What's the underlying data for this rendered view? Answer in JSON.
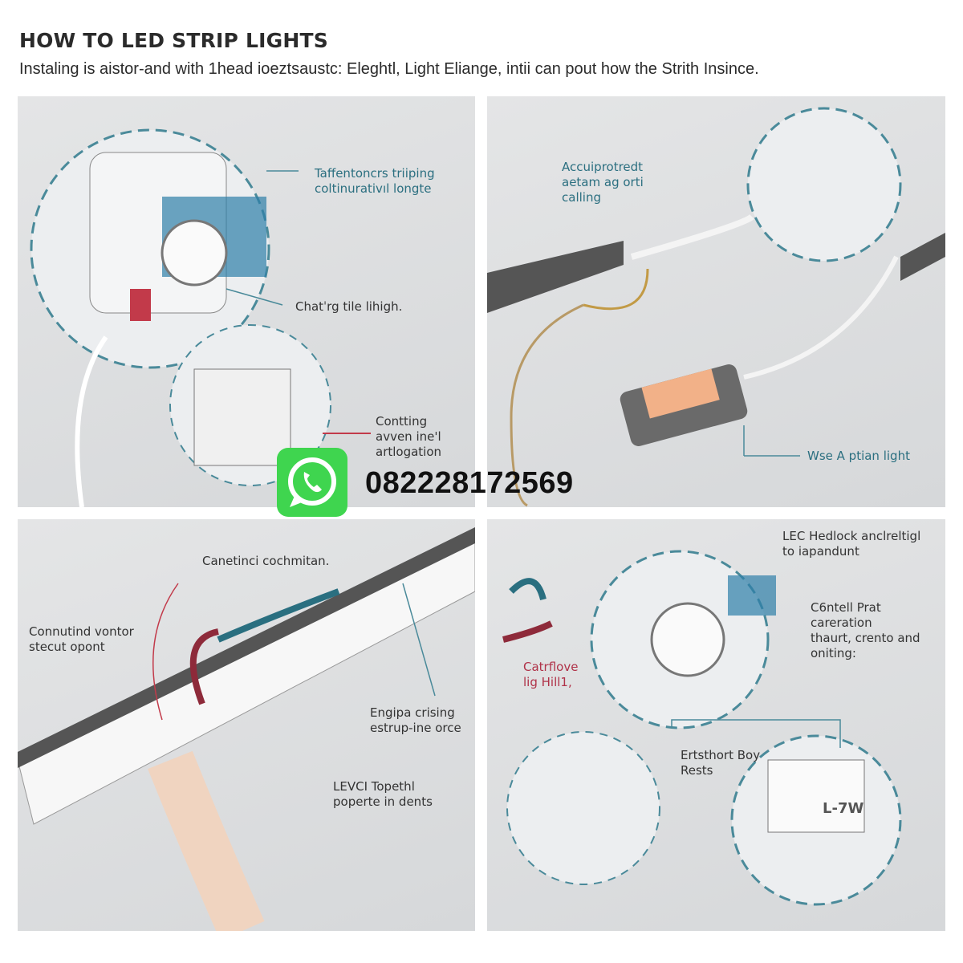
{
  "header": {
    "title": "HOW TO LED STRIP LIGHTS",
    "subtitle": "Instaling is aistor-and with 1head ioeztsaustc: Eleghtl, Light Eliange, intii can pout how the Strith Insince."
  },
  "panels": {
    "top_left": {
      "labels": [
        "Taffentoncrs triiping\ncoltinurativıl longte",
        "Chatˈrg tile lihigh.",
        "Contting\navven ine'l\nartlogation"
      ]
    },
    "top_right": {
      "labels": [
        "Accuiprotredt\naetam ag orti\ncalling",
        "Wse A ptian light"
      ]
    },
    "bottom_left": {
      "labels": [
        "Canetinci cochmitan.",
        "Connutind vontor\nstecut opont",
        "Engipa crising\nestrup-ine orce",
        "LEVCI Topethl\npoperte in dents"
      ]
    },
    "bottom_right": {
      "labels": [
        "LEC Hedlock anclreltigl\nto iapandunt",
        "C6ntell Prat\ncareration\nthaurt, crento and\noniting:",
        "Catrflove\nlig Hill1,",
        "Ertsthort Boy\nRests"
      ],
      "box_label": "L-7W"
    }
  },
  "watermark": {
    "icon": "whatsapp-icon",
    "phone": "082228172569"
  },
  "colors": {
    "teal": "#2b6f80",
    "red": "#b03248",
    "whatsapp": "#3fd54f"
  }
}
